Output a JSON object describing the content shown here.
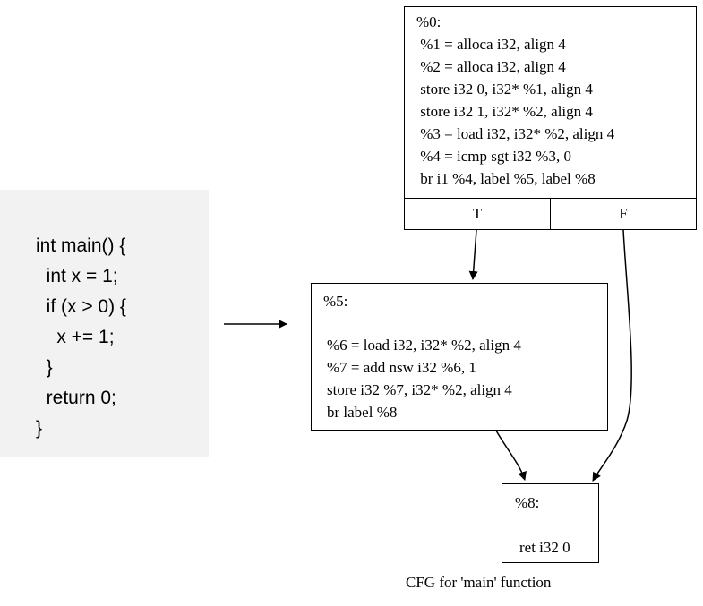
{
  "source_code": {
    "lines": [
      "int main() {",
      "  int x = 1;",
      "  if (x > 0) {",
      "    x += 1;",
      "  }",
      "  return 0;",
      "}"
    ]
  },
  "nodes": {
    "n0": {
      "lines": [
        "%0:",
        " %1 = alloca i32, align 4",
        " %2 = alloca i32, align 4",
        " store i32 0, i32* %1, align 4",
        " store i32 1, i32* %2, align 4",
        " %3 = load i32, i32* %2, align 4",
        " %4 = icmp sgt i32 %3, 0",
        " br i1 %4, label %5, label %8"
      ],
      "ports": [
        "T",
        "F"
      ]
    },
    "n5": {
      "lines": [
        "%5:",
        "",
        "%6 = load i32, i32* %2, align 4",
        "%7 = add nsw i32 %6, 1",
        "store i32 %7, i32* %2, align 4",
        "br label %8"
      ]
    },
    "n8": {
      "lines": [
        "%8:",
        "",
        "ret i32 0"
      ]
    }
  },
  "edges": [
    {
      "from": "n0.T",
      "to": "n5"
    },
    {
      "from": "n0.F",
      "to": "n8"
    },
    {
      "from": "n5",
      "to": "n8"
    }
  ],
  "caption": "CFG for 'main' function"
}
